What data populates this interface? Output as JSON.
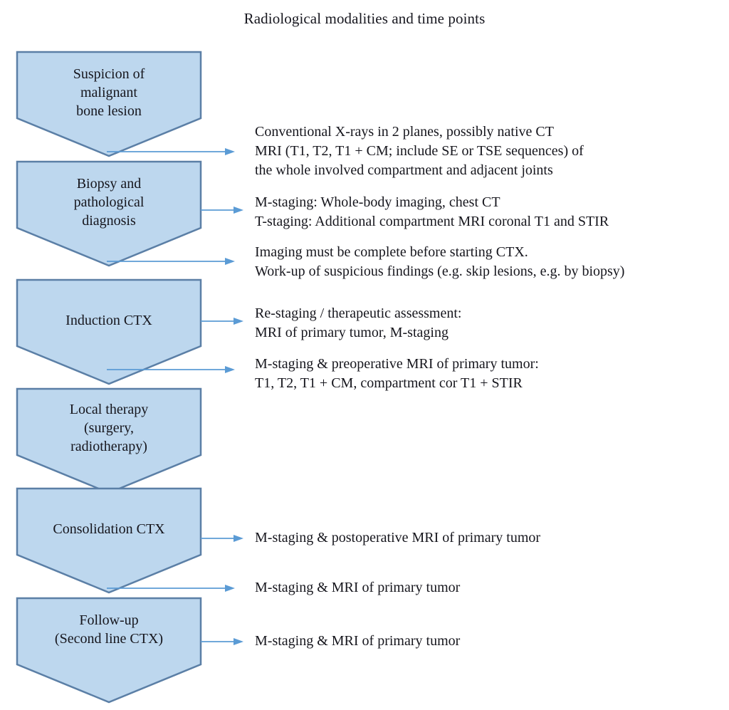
{
  "figure": {
    "title": "Radiological modalities and time points",
    "colors": {
      "node_fill": "#bdd7ee",
      "node_border": "#5b7fa6",
      "arrow": "#5b9bd5",
      "text": "#16161d",
      "background": "#ffffff"
    }
  },
  "chart_data": {
    "type": "diagram",
    "title": "Radiological modalities and time points",
    "orientation": "vertical-flow",
    "node_shape": "down-pointing pentagon (chevron)",
    "nodes": [
      {
        "id": "suspicion",
        "label": "Suspicion of\nmalignant\nbone lesion"
      },
      {
        "id": "biopsy",
        "label": "Biopsy and\npathological\ndiagnosis"
      },
      {
        "id": "induction",
        "label": "Induction CTX"
      },
      {
        "id": "local",
        "label": "Local therapy\n(surgery,\nradiotherapy)"
      },
      {
        "id": "consolidation",
        "label": "Consolidation CTX"
      },
      {
        "id": "followup",
        "label": "Follow-up\n(Second line CTX)"
      }
    ],
    "annotations": [
      {
        "id": "ann-1",
        "from_node": "suspicion",
        "from_anchor": "bottom-tip",
        "text": "Conventional X-rays in 2 planes, possibly native CT\nMRI (T1, T2, T1 + CM; include SE or TSE sequences) of\nthe whole involved compartment and adjacent joints"
      },
      {
        "id": "ann-2",
        "from_node": "biopsy",
        "from_anchor": "right-edge",
        "text": "M-staging: Whole-body imaging, chest CT\nT-staging: Additional compartment MRI coronal T1 and STIR"
      },
      {
        "id": "ann-3",
        "from_node": "biopsy",
        "from_anchor": "bottom-tip",
        "text": "Imaging must be complete before starting CTX.\nWork-up of suspicious findings (e.g. skip lesions, e.g. by biopsy)"
      },
      {
        "id": "ann-4",
        "from_node": "induction",
        "from_anchor": "right-edge",
        "text": "Re-staging / therapeutic assessment:\nMRI of primary tumor, M-staging"
      },
      {
        "id": "ann-5",
        "from_node": "induction",
        "from_anchor": "bottom-tip",
        "text": "M-staging & preoperative MRI of primary tumor:\nT1, T2, T1 + CM, compartment cor T1 + STIR"
      },
      {
        "id": "ann-6",
        "from_node": "consolidation",
        "from_anchor": "right-edge",
        "text": "M-staging & postoperative MRI of primary tumor"
      },
      {
        "id": "ann-7",
        "from_node": "consolidation",
        "from_anchor": "bottom-tip",
        "text": "M-staging & MRI of primary tumor"
      },
      {
        "id": "ann-8",
        "from_node": "followup",
        "from_anchor": "right-edge",
        "text": "M-staging & MRI of primary tumor"
      }
    ]
  }
}
